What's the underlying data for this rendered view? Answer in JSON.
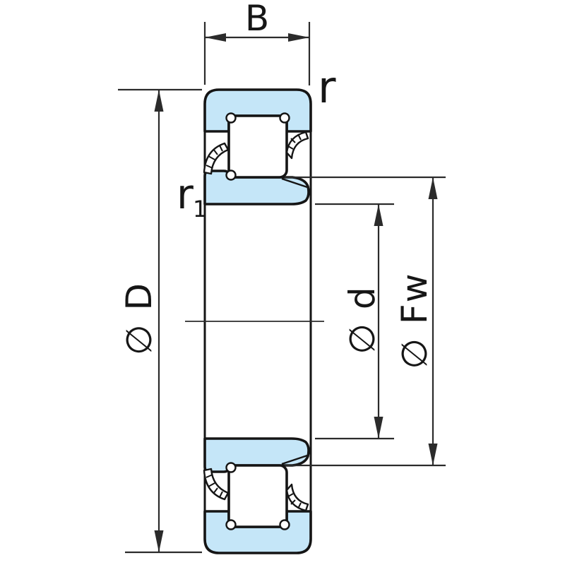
{
  "diagram": {
    "background": "#ffffff",
    "colors": {
      "ring_fill": "#c5e6f8",
      "outline": "#151515",
      "dimension": "#2b2b2b",
      "text": "#161616"
    },
    "labels": {
      "width": "B",
      "outer_corner_radius": "r",
      "inner_corner_radius_base": "r",
      "inner_corner_radius_sub": "1",
      "outer_diameter": "∅ D",
      "bore_diameter": "∅ d",
      "raceway_diameter": "∅ Fw"
    }
  }
}
